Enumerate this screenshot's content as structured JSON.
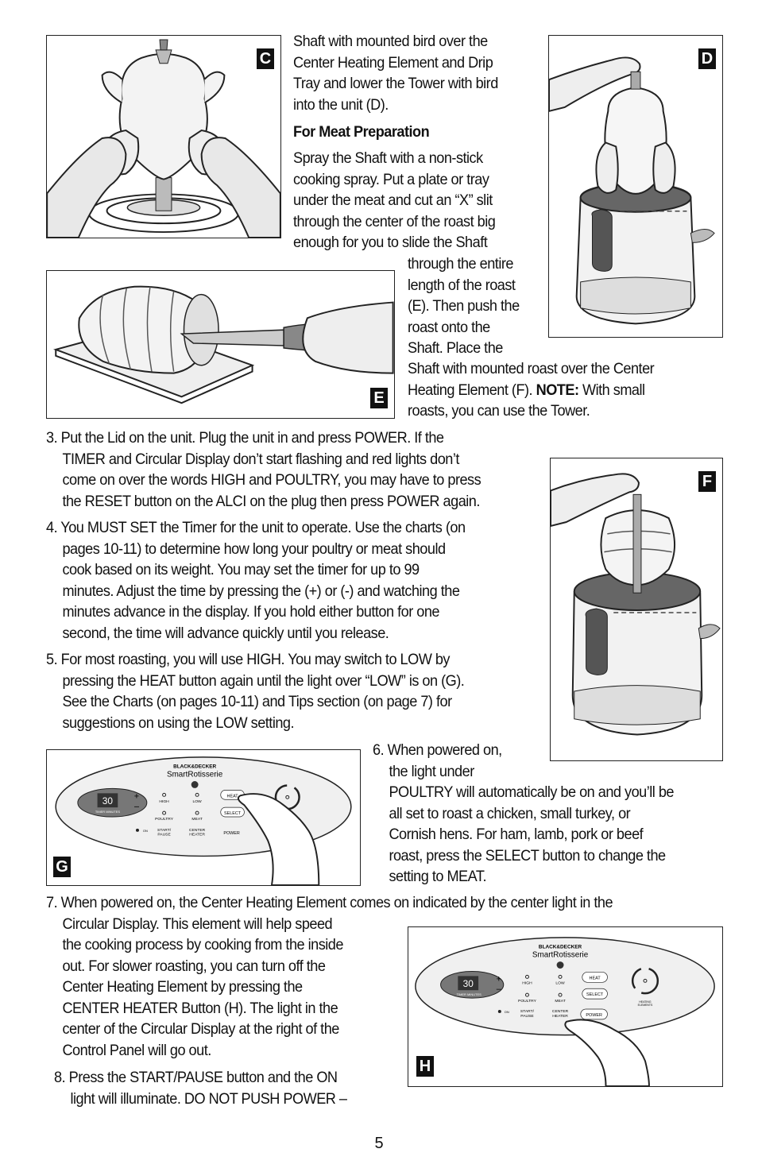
{
  "figures": {
    "c": {
      "label": "C"
    },
    "d": {
      "label": "D"
    },
    "e": {
      "label": "E"
    },
    "f": {
      "label": "F"
    },
    "g": {
      "label": "G"
    },
    "h": {
      "label": "H"
    }
  },
  "control_panel": {
    "brand": "BLACK&DECKER",
    "product": "SmartRotisserie",
    "display": "30",
    "timer_minutes": "TIMER MINUTES",
    "plus": "+",
    "minus": "–",
    "high": "HIGH",
    "low": "LOW",
    "heat": "HEAT",
    "poultry": "POULTRY",
    "meat": "MEAT",
    "select": "SELECT",
    "on": "ON",
    "start_pause_1": "START/",
    "start_pause_2": "PAUSE",
    "center_heater_1": "CENTER",
    "center_heater_2": "HEATER",
    "power": "POWER",
    "heating_1": "HEATING",
    "heating_2": "ELEMENTS"
  },
  "text": {
    "p1": [
      "Shaft with mounted bird over the",
      "Center Heating Element and Drip",
      "Tray and lower the Tower with bird",
      "into the unit (D)."
    ],
    "meat_heading": "For Meat Preparation",
    "p2": [
      "Spray the Shaft with a non-stick",
      "cooking spray. Put a plate or tray",
      "under the meat and cut an “X” slit",
      "through the center of the roast big",
      "enough for you to slide the Shaft"
    ],
    "p3": [
      "through the entire",
      "length of the roast",
      "(E). Then push the",
      "roast onto the",
      "Shaft. Place the"
    ],
    "p4": [
      "Shaft with mounted roast over the Center",
      "Heating Element (F).",
      "NOTE:",
      "With small",
      "roasts, you can use the Tower."
    ],
    "item3": [
      "3. Put the Lid on the unit. Plug the unit in and press POWER. If the",
      "TIMER and Circular Display don’t start flashing and red lights don’t",
      "come on over the words HIGH and POULTRY, you may have to press",
      "the RESET button on the ALCI on the plug then press POWER again."
    ],
    "item4": [
      "4. You MUST SET the Timer for the unit to operate. Use the charts (on",
      "pages 10-11) to determine how long your poultry or meat should",
      "cook based on its weight. You may set the timer for up to 99",
      "minutes. Adjust the time by pressing the (+) or (-) and watching the",
      "minutes advance in the display. If you hold either button for one",
      "second, the time will advance quickly until you release."
    ],
    "item5": [
      "5. For most roasting, you will use HIGH. You may switch to LOW by",
      "pressing the HEAT button again until the light over “LOW” is on (G).",
      "See the Charts (on pages 10-11) and Tips section (on page 7) for",
      "suggestions on using the LOW setting."
    ],
    "item6": [
      "6. When powered on,",
      "the light under",
      "POULTRY will automatically be on and you’ll be",
      "all set to roast a chicken, small turkey, or",
      "Cornish hens. For ham, lamb, pork or beef",
      "roast, press the SELECT button to change the",
      "setting to MEAT."
    ],
    "item7": [
      "7. When powered on, the Center Heating Element comes on indicated by the center light in the",
      "Circular Display. This element will help speed",
      "the cooking process by cooking from the inside",
      "out. For slower roasting, you can turn off the",
      "Center Heating Element by pressing the",
      "CENTER HEATER Button (H). The light in the",
      "center of the Circular Display at the right of the",
      "Control Panel will go out."
    ],
    "item8": [
      "8. Press the START/PAUSE button and the ON",
      "light will illuminate. DO NOT PUSH POWER –"
    ]
  },
  "page_number": "5"
}
